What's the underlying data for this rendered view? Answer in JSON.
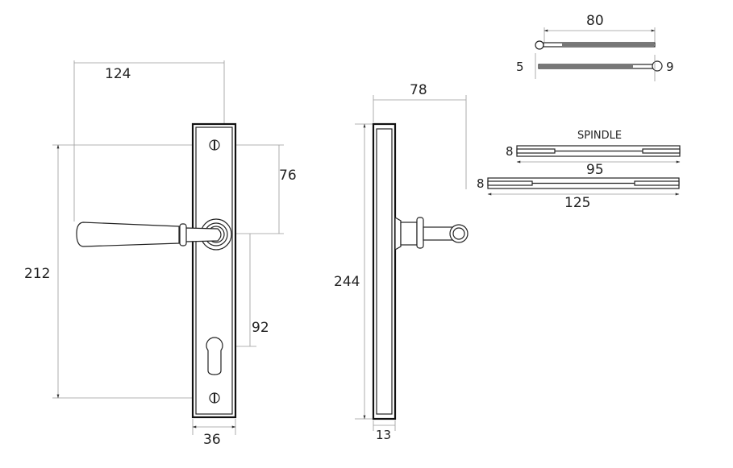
{
  "front_view": {
    "width_overall": "124",
    "fixing_centres": "212",
    "handle_to_top_fixing": "76",
    "handle_to_cylinder": "92",
    "plate_width": "36"
  },
  "side_view": {
    "projection": "78",
    "plate_height": "244",
    "plate_thickness": "13"
  },
  "screws": {
    "length": "80",
    "shank": "5",
    "head": "9"
  },
  "spindle": {
    "title": "SPINDLE",
    "size": "8",
    "short_length": "95",
    "long_length": "125",
    "size_long": "8"
  }
}
